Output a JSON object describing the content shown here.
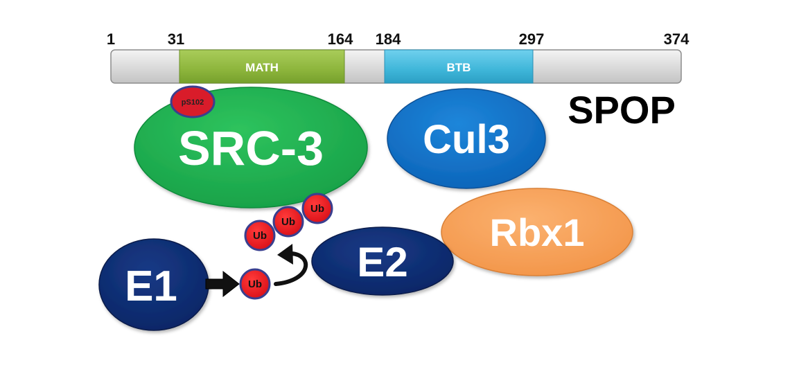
{
  "protein": {
    "name": "SPOP",
    "length_label": "374",
    "start_label": "1"
  },
  "domains": [
    {
      "name": "MATH",
      "start_label": "31",
      "end_label": "164",
      "color": "#8db53c"
    },
    {
      "name": "BTB",
      "start_label": "184",
      "end_label": "297",
      "color": "#3fb6d9"
    }
  ],
  "colors": {
    "bar": "#d9d9d9",
    "src3": "#1aa84b",
    "cul3": "#0f6fc6",
    "rbx1": "#f7a05a",
    "enzyme": "#0d2a6e",
    "ub": "#e8141c",
    "phospho": "#d91c2a"
  },
  "nodes": {
    "src3": "SRC-3",
    "phospho": "pS102",
    "cul3": "Cul3",
    "rbx1": "Rbx1",
    "e1": "E1",
    "e2": "E2"
  },
  "ubiquitin": {
    "label": "Ub",
    "chain_count": 3
  }
}
